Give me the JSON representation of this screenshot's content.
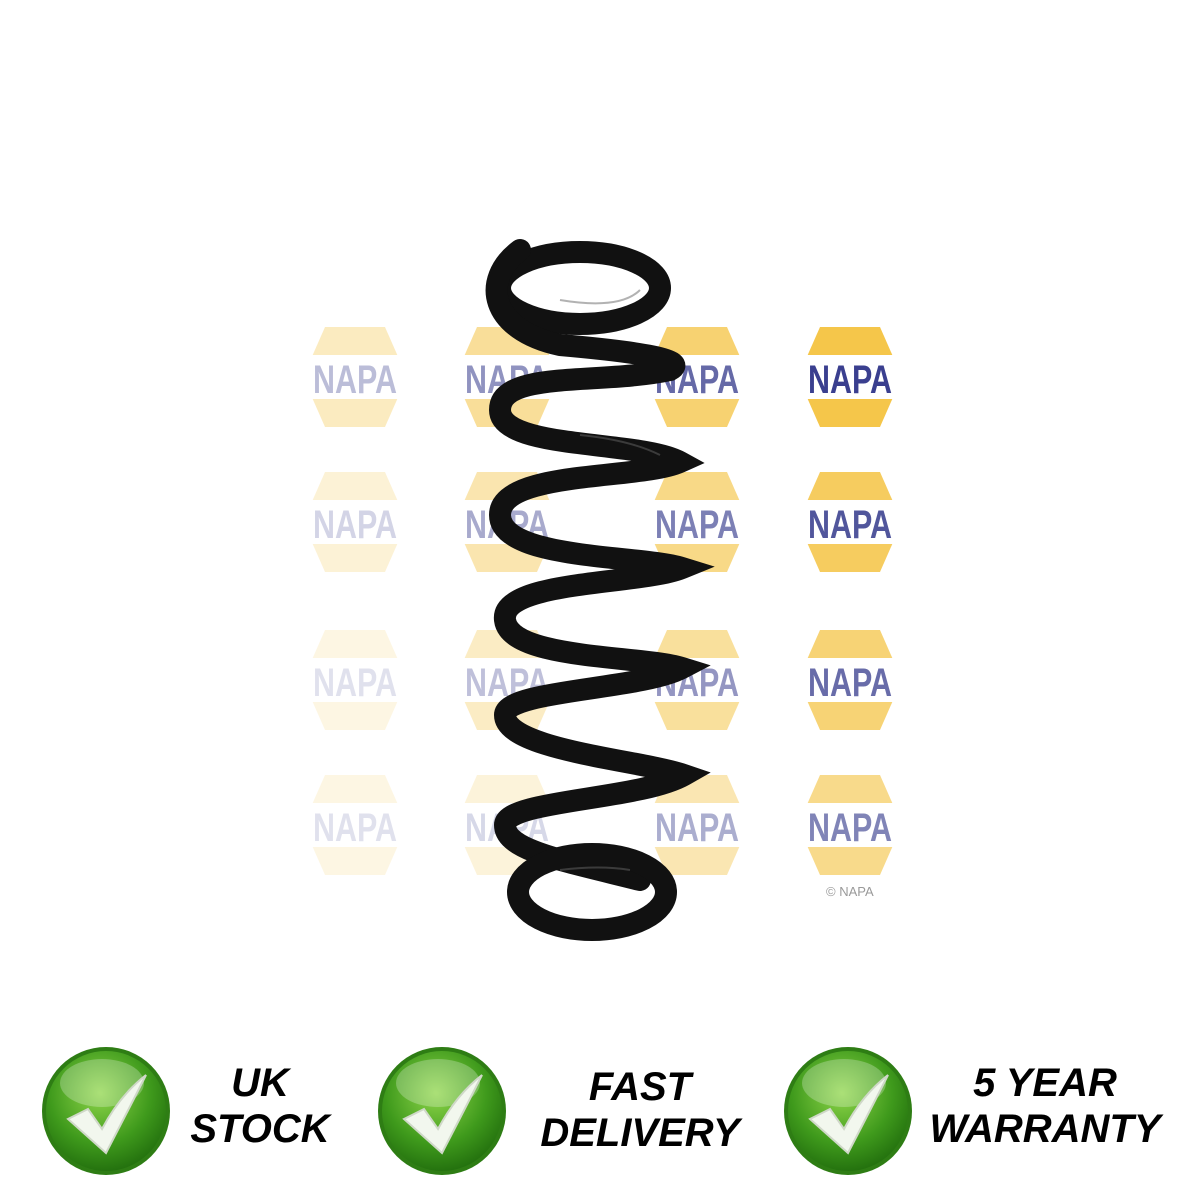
{
  "watermark": {
    "brand": "NAPA",
    "copyright": "© NAPA"
  },
  "colors": {
    "logo_yellow": "#f5c64a",
    "logo_blue": "#3a3f8f",
    "badge_green": "#3f9a1c",
    "spring": "#111111"
  },
  "badges": [
    {
      "icon": "checkmark-icon",
      "line1": "UK",
      "line2": "STOCK"
    },
    {
      "icon": "checkmark-icon",
      "line1": "FAST",
      "line2": "DELIVERY"
    },
    {
      "icon": "checkmark-icon",
      "line1": "5 YEAR",
      "line2": "WARRANTY"
    }
  ]
}
